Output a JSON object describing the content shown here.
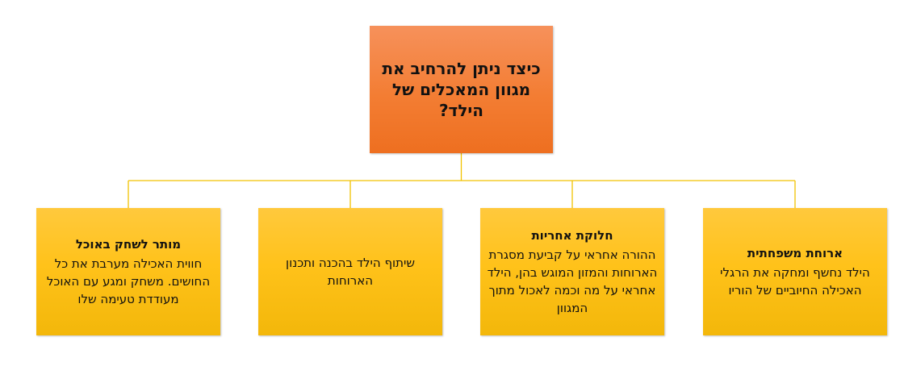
{
  "diagram": {
    "root": {
      "title": "כיצד ניתן להרחיב את מגוון המאכלים של הילד?"
    },
    "children": [
      {
        "title": "מותר לשחק באוכל",
        "text": "חווית האכילה מערבת את כל החושים. משחק ומגע עם האוכל מעודדת טעימה שלו"
      },
      {
        "title": "",
        "text": "שיתוף הילד בהכנה ותכנון הארוחות"
      },
      {
        "title": "חלוקת אחריות",
        "text": "ההורה אחראי על קביעת מסגרת הארוחות והמזון המוגש בהן, הילד אחראי על מה וכמה לאכול מתוך המגוון"
      },
      {
        "title": "ארוחת משפחתית",
        "text": "הילד נחשף ומחקה את הרגלי האכילה החיוביים של הוריו"
      }
    ],
    "colors": {
      "root_fill": "#f37d33",
      "child_fill": "#ffc21a",
      "connector": "#f2c200"
    }
  }
}
